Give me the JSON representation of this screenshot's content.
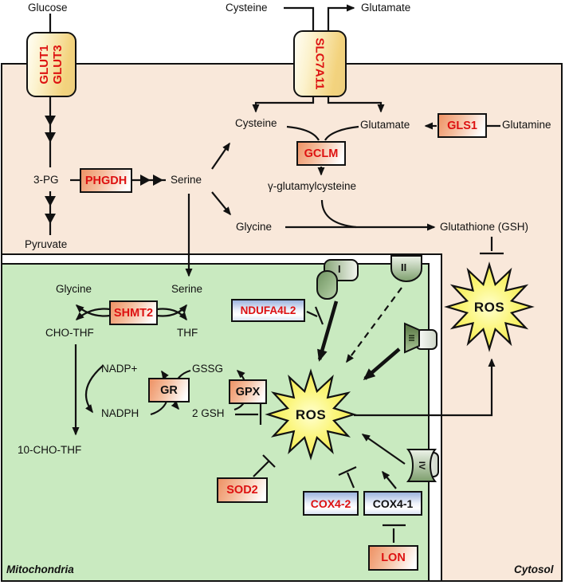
{
  "labels": {
    "glucose": "Glucose",
    "cysteine_top": "Cysteine",
    "glutamate_top": "Glutamate",
    "cysteine": "Cysteine",
    "glutamate": "Glutamate",
    "glutamine": "Glutamine",
    "pg3": "3-PG",
    "serine": "Serine",
    "pyruvate": "Pyruvate",
    "gamma_glutamylcysteine": "γ-glutamylcysteine",
    "glycine": "Glycine",
    "glutathione": "Glutathione (GSH)",
    "glycine_mito": "Glycine",
    "serine_mito": "Serine",
    "cho_thf": "CHO-THF",
    "thf": "THF",
    "nadp_plus": "NADP+",
    "nadph": "NADPH",
    "gssg": "GSSG",
    "two_gsh": "2 GSH",
    "ten_cho_thf": "10-CHO-THF",
    "ros": "ROS",
    "mitochondria": "Mitochondria",
    "cytosol": "Cytosol"
  },
  "enzymes": {
    "glut1": "GLUT1",
    "glut3": "GLUT3",
    "slc7a11": "SLC7A11",
    "phgdh": "PHGDH",
    "gclm": "GCLM",
    "gls1": "GLS1",
    "shmt2": "SHMT2",
    "gr": "GR",
    "gpx": "GPX",
    "ndufa4l2": "NDUFA4L2",
    "sod2": "SOD2",
    "cox4_2": "COX4-2",
    "cox4_1": "COX4-1",
    "lon": "LON"
  },
  "complexes": {
    "i": "I",
    "ii": "II",
    "iii": "III",
    "iv": "IV"
  },
  "colors": {
    "cytosol_bg": "#f9e8da",
    "mito_bg": "#c9eac0",
    "enzyme_red": "#dd1111",
    "transporter_yellow": "#f3d37e",
    "blue_box": "#9db4de",
    "salmon_box": "#ee9265",
    "ros_yellow": "#f6ee4a",
    "line_black": "#111111"
  }
}
